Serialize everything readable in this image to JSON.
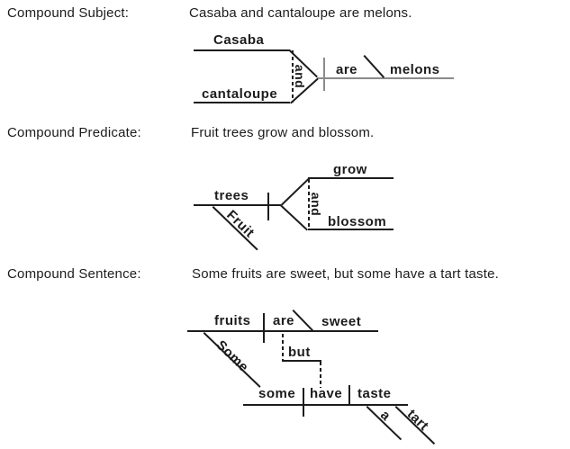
{
  "sections": [
    {
      "label": "Compound Subject:",
      "sentence": "Casaba and cantaloupe are melons."
    },
    {
      "label": "Compound Predicate:",
      "sentence": "Fruit trees grow and blossom."
    },
    {
      "label": "Compound Sentence:",
      "sentence": "Some fruits are sweet, but some have a tart taste."
    }
  ],
  "diagram_compound_subject": {
    "subject_1": "Casaba",
    "subject_2": "cantaloupe",
    "conjunction": "and",
    "verb": "are",
    "predicate_noun": "melons"
  },
  "diagram_compound_predicate": {
    "modifier": "Fruit",
    "subject": "trees",
    "verb_1": "grow",
    "verb_2": "blossom",
    "conjunction": "and"
  },
  "diagram_compound_sentence": {
    "clause_1": {
      "modifier": "Some",
      "subject": "fruits",
      "verb": "are",
      "predicate_adjective": "sweet"
    },
    "conjunction": "but",
    "clause_2": {
      "subject": "some",
      "verb": "have",
      "object": "taste",
      "modifier_1": "a",
      "modifier_2": "tart"
    }
  },
  "colors": {
    "ink": "#1c1c1c",
    "gray_line": "#8b8b8b"
  }
}
